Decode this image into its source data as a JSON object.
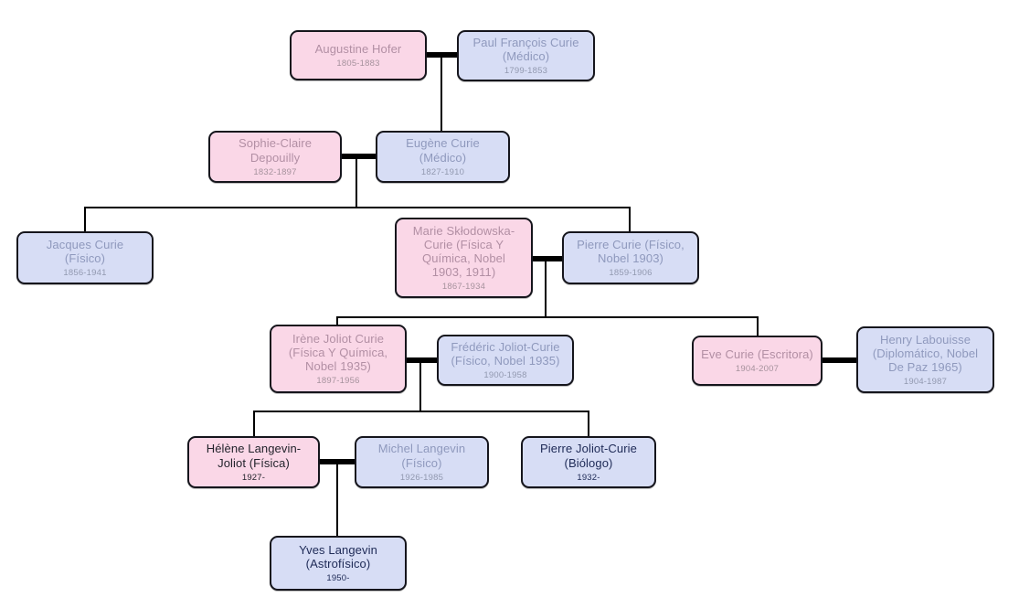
{
  "diagram": {
    "type": "family-tree",
    "background_color": "#ffffff",
    "colors": {
      "female_box_fill": "#fad7e7",
      "male_box_fill": "#d7ddf5",
      "box_border": "#15151c",
      "connector_line": "#000000",
      "female_text_muted": "#b28fa4",
      "male_text_muted": "#8f99bd",
      "living_text_dark": "#23242c",
      "living_text_navy": "#202c58"
    }
  },
  "people": [
    {
      "id": "augustine-hofer",
      "name": "Augustine Hofer",
      "dates": "1805-1883",
      "gender": "female"
    },
    {
      "id": "paul-francois-curie",
      "name": "Paul François Curie\n(Médico)",
      "dates": "1799-1853",
      "gender": "male"
    },
    {
      "id": "sophie-claire-depouilly",
      "name": "Sophie-Claire\nDepouilly",
      "dates": "1832-1897",
      "gender": "female"
    },
    {
      "id": "eugene-curie",
      "name": "Eugène Curie\n(Médico)",
      "dates": "1827-1910",
      "gender": "male"
    },
    {
      "id": "jacques-curie",
      "name": "Jacques Curie\n(Físico)",
      "dates": "1856-1941",
      "gender": "male"
    },
    {
      "id": "marie-sklodowska-curie",
      "name": "Marie Skłodowska-\nCurie (Física Y\nQuímica, Nobel\n1903, 1911)",
      "dates": "1867-1934",
      "gender": "female"
    },
    {
      "id": "pierre-curie",
      "name": "Pierre Curie (Físico,\nNobel 1903)",
      "dates": "1859-1906",
      "gender": "male"
    },
    {
      "id": "irene-joliot-curie",
      "name": "Irène Joliot Curie\n(Física Y Química,\nNobel 1935)",
      "dates": "1897-1956",
      "gender": "female"
    },
    {
      "id": "frederic-joliot-curie",
      "name": "Frédéric Joliot-Curie\n(Físico, Nobel 1935)",
      "dates": "1900-1958",
      "gender": "male"
    },
    {
      "id": "eve-curie",
      "name": "Eve Curie (Escritora)",
      "dates": "1904-2007",
      "gender": "female"
    },
    {
      "id": "henry-labouisse",
      "name": "Henry Labouisse\n(Diplomático, Nobel\nDe Paz 1965)",
      "dates": "1904-1987",
      "gender": "male"
    },
    {
      "id": "helene-langevin-joliot",
      "name": "Hélène Langevin-\nJoliot (Física)",
      "dates": "1927-",
      "gender": "female"
    },
    {
      "id": "michel-langevin",
      "name": "Michel Langevin\n(Físico)",
      "dates": "1926-1985",
      "gender": "male"
    },
    {
      "id": "pierre-joliot-curie",
      "name": "Pierre Joliot-Curie\n(Biólogo)",
      "dates": "1932-",
      "gender": "male"
    },
    {
      "id": "yves-langevin",
      "name": "Yves Langevin\n(Astrofísico)",
      "dates": "1950-",
      "gender": "male"
    }
  ]
}
